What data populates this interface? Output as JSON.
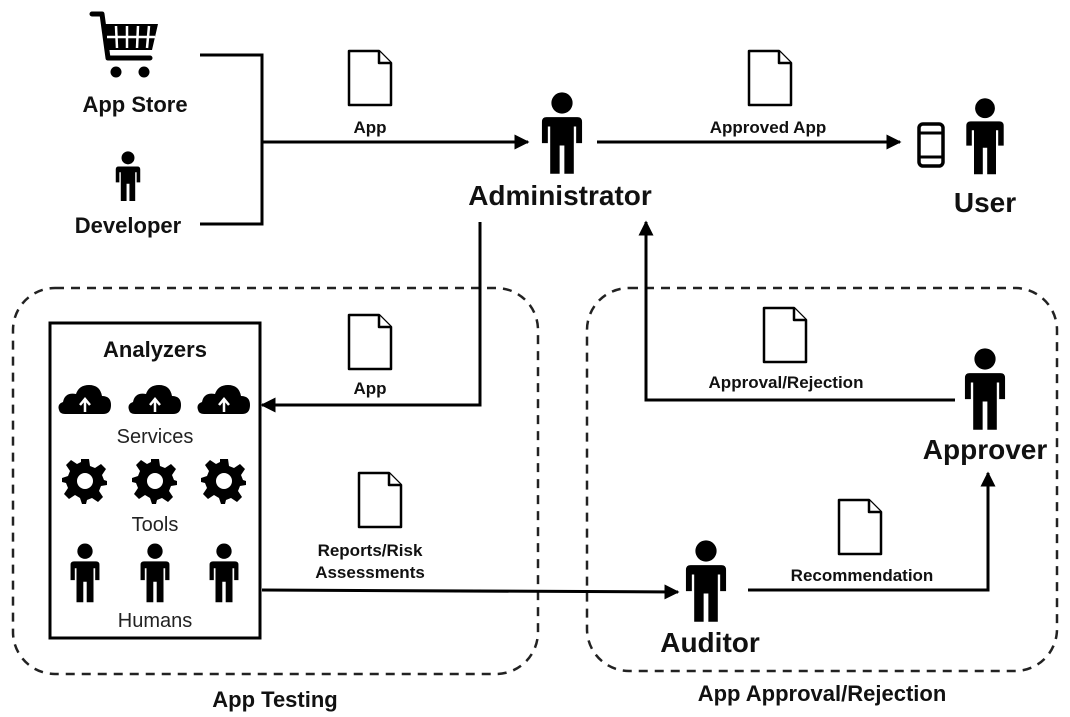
{
  "nodes": {
    "app_store": "App Store",
    "developer": "Developer",
    "administrator": "Administrator",
    "user": "User",
    "analyzers": "Analyzers",
    "services": "Services",
    "tools": "Tools",
    "humans": "Humans",
    "approver": "Approver",
    "auditor": "Auditor"
  },
  "edges": {
    "app_in": "App",
    "approved_app": "Approved App",
    "app_to_analyzers": "App",
    "approval_rejection": "Approval/Rejection",
    "reports_line1": "Reports/Risk",
    "reports_line2": "Assessments",
    "recommendation": "Recommendation"
  },
  "groups": {
    "app_testing": "App Testing",
    "app_approval": "App Approval/Rejection"
  }
}
